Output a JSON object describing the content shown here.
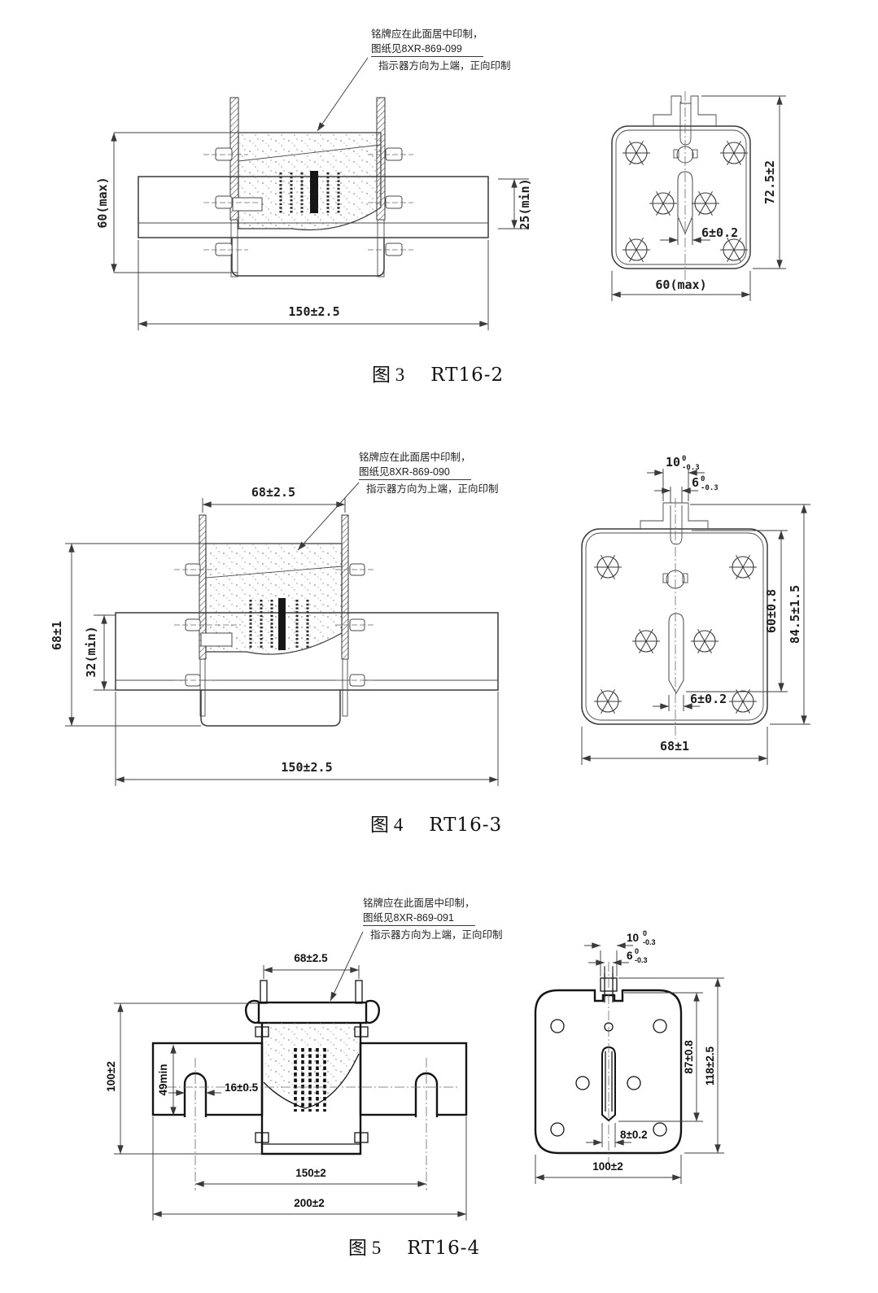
{
  "figures": [
    {
      "name": "RT16-2",
      "note": {
        "line1": "铭牌应在此面居中印制，",
        "line2": "图纸见8XR-869-099",
        "line3": "指示器方向为上端，正向印制"
      },
      "caption": {
        "fig": "图 3",
        "model": "RT16-2"
      },
      "side": {
        "dim_height": "60(max)",
        "dim_right": "25(min)",
        "dim_width": "150±2.5"
      },
      "front": {
        "dim_height": "72.5±2",
        "dim_slot": "6±0.2",
        "dim_width": "60(max)"
      }
    },
    {
      "name": "RT16-3",
      "note": {
        "line1": "铭牌应在此面居中印制，",
        "line2": "图纸见8XR-869-090",
        "line3": "指示器方向为上端，正向印制"
      },
      "caption": {
        "fig": "图 4",
        "model": "RT16-3"
      },
      "side": {
        "dim_top": "68±2.5",
        "dim_height": "68±1",
        "dim_inner": "32(min)",
        "dim_width": "150±2.5"
      },
      "front": {
        "dim_tab": {
          "base": "10",
          "sup": "0",
          "sub": "-0.3"
        },
        "dim_pin": {
          "base": "6",
          "sup": "0",
          "sub": "-0.3"
        },
        "dim_h1": "60±0.8",
        "dim_h2": "84.5±1.5",
        "dim_slot": "6±0.2",
        "dim_width": "68±1"
      }
    },
    {
      "name": "RT16-4",
      "note": {
        "line1": "铭牌应在此面居中印制，",
        "line2": "图纸见8XR-869-091",
        "line3": "指示器方向为上端，正向印制"
      },
      "caption": {
        "fig": "图 5",
        "model": "RT16-4"
      },
      "side": {
        "dim_top": "68±2.5",
        "dim_height": "100±2",
        "dim_inner": "49min",
        "dim_slot": "16±0.5",
        "dim_w1": "150±2",
        "dim_w2": "200±2"
      },
      "front": {
        "dim_tab": {
          "base": "10",
          "sup": "0",
          "sub": "-0.3"
        },
        "dim_pin": {
          "base": "6",
          "sup": "0",
          "sub": "-0.3"
        },
        "dim_h1": "87±0.8",
        "dim_h2": "118±2.5",
        "dim_slot": "8±0.2",
        "dim_width": "100±2"
      }
    }
  ]
}
